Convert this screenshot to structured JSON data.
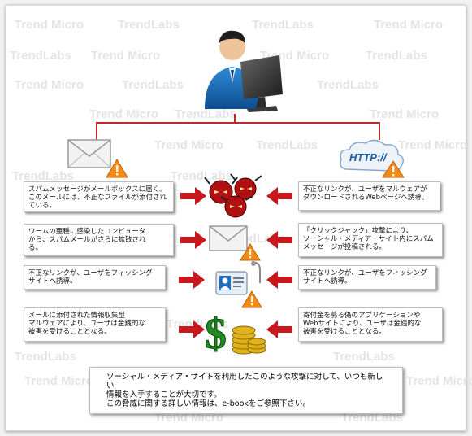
{
  "watermarks": [
    "Trend Micro",
    "TrendLabs"
  ],
  "http_label": "HTTP://",
  "left_boxes": [
    "スパムメッセージがメールボックスに届く。\nこのメールには、不正なファイルが添付され\nている。",
    "ワームの亜種に感染したコンピュータ\nから、スパムメールがさらに拡散され\nる。",
    "不正なリンクが、ユーザをフィッシング\nサイトへ誘導。",
    "メールに添付された情報収集型\nマルウェアにより、ユーザは金銭的な\n被害を受けることとなる。"
  ],
  "right_boxes": [
    "不正なリンクが、ユーザをマルウェアが\nダウンロードされるWebページへ誘導。",
    "「クリックジャック」攻撃により、\nソーシャル・メディア・サイト内にスパム\nメッセージが投稿される。",
    "不正なリンクが、ユーザをフィッシング\nサイトへ誘導。",
    "寄付金を募る偽のアプリケーションや\nWebサイトにより、ユーザは金銭的な\n被害を受けることとなる。"
  ],
  "bottom_note": "ソーシャル・メディア・サイトを利用したこのような攻撃に対して、いつも新しい\n情報を入手することが大切です。\nこの脅威に関する詳しい情報は、e-bookをご参照下さい。",
  "colors": {
    "line": "#c0282a",
    "arrow": "#c8181e",
    "warning": "#f08a1a"
  }
}
